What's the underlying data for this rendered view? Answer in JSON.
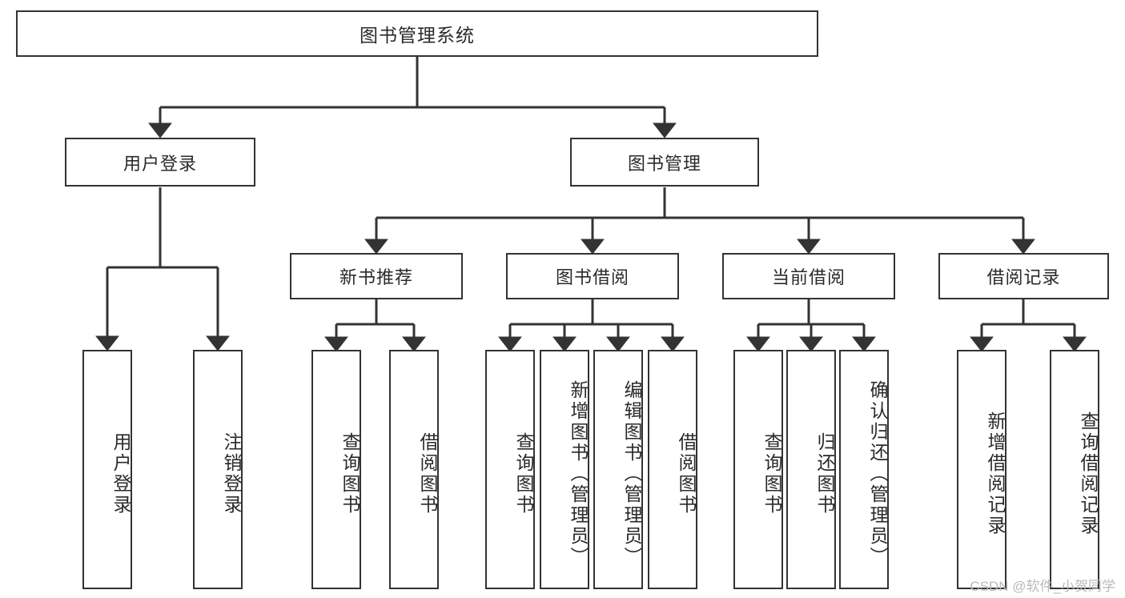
{
  "diagram": {
    "title": "图书管理系统",
    "watermark": "CSDN @软件_小贺同学",
    "line_color": "#333333",
    "box_fill": "#ffffff",
    "text_color": "#2a2a2a",
    "levels": {
      "root": "图书管理系统",
      "level2": [
        "用户登录",
        "图书管理"
      ],
      "level3": [
        "新书推荐",
        "图书借阅",
        "当前借阅",
        "借阅记录"
      ]
    },
    "nodes": {
      "root": {
        "label": "图书管理系统"
      },
      "user_login": {
        "label": "用户登录"
      },
      "book_manage": {
        "label": "图书管理"
      },
      "new_book_rec": {
        "label": "新书推荐"
      },
      "book_borrow": {
        "label": "图书借阅"
      },
      "current_borrow": {
        "label": "当前借阅"
      },
      "borrow_record": {
        "label": "借阅记录"
      },
      "leaf_user_login": {
        "label": "用户登录"
      },
      "leaf_logout": {
        "label": "注销登录"
      },
      "leaf_query_book_1": {
        "label": "查询图书"
      },
      "leaf_borrow_book_1": {
        "label": "借阅图书"
      },
      "leaf_query_book_2": {
        "label": "查询图书"
      },
      "leaf_add_book": {
        "label": "新增图书（管理员）"
      },
      "leaf_edit_book": {
        "label": "编辑图书（管理员）"
      },
      "leaf_borrow_book_2": {
        "label": "借阅图书"
      },
      "leaf_query_book_3": {
        "label": "查询图书"
      },
      "leaf_return_book": {
        "label": "归还图书"
      },
      "leaf_confirm_return": {
        "label": "确认归还（管理员）"
      },
      "leaf_add_record": {
        "label": "新增借阅记录"
      },
      "leaf_query_record": {
        "label": "查询借阅记录"
      }
    }
  }
}
